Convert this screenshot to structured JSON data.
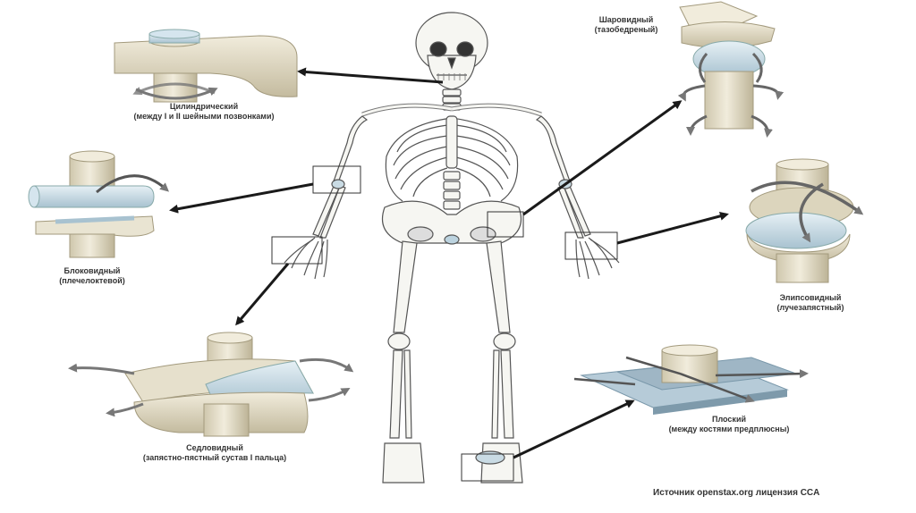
{
  "joints": {
    "pivot": {
      "name": "Цилиндрический",
      "detail": "(между I и II шейными позвонками)"
    },
    "hinge": {
      "name": "Блоковидный",
      "detail": "(плечелоктевой)"
    },
    "saddle": {
      "name": "Седловидный",
      "detail": "(запястно-пястный сустав I пальца)"
    },
    "ball": {
      "name": "Шаровидный",
      "detail": "(тазобедреный)"
    },
    "condyloid": {
      "name": "Элипсовидный",
      "detail": "(лучезапястный)"
    },
    "plane": {
      "name": "Плоский",
      "detail": "(между костями предплюсны)"
    }
  },
  "source": "Источник openstax.org лицензия CCA",
  "colors": {
    "bone": "#e9e4d2",
    "bone_shadow": "#c9c1a6",
    "cartilage": "#c7dbe6",
    "arrow": "#1a1a1a",
    "rot_arrow": "#7a7a7a",
    "skeleton_line": "#555555"
  }
}
